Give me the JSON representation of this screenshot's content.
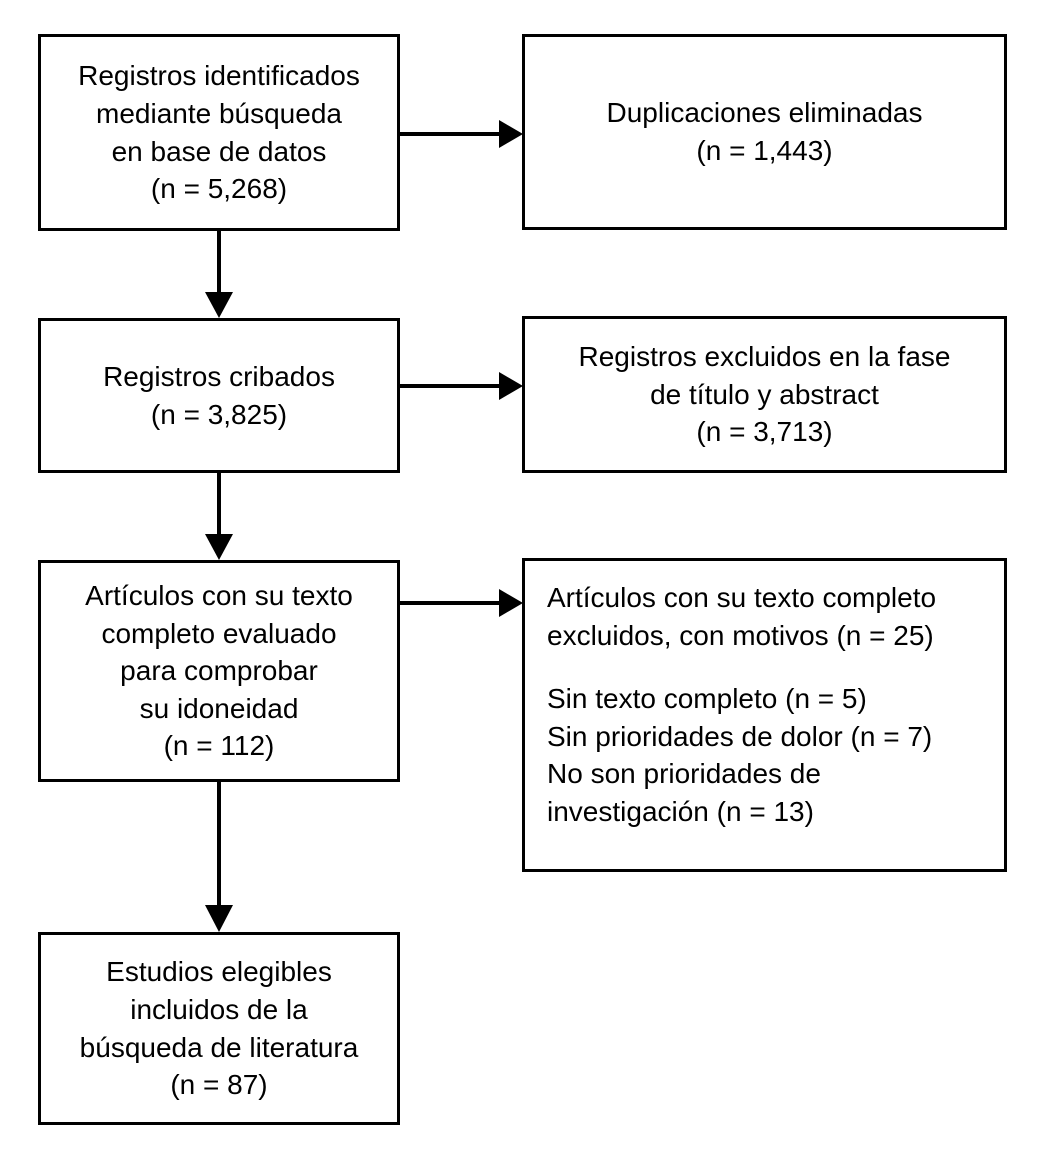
{
  "diagram": {
    "title": "PRISMA flow diagram",
    "language": "es",
    "stroke_color": "#000000",
    "background_color": "#ffffff",
    "nodes": [
      {
        "id": "identification",
        "name": "records-identified-box",
        "align": "center",
        "lines": [
          "Registros identificados",
          "mediante búsqueda",
          "en base de datos",
          "(n = 5,268)"
        ],
        "count_label": "(n = 5,268)",
        "count": 5268
      },
      {
        "id": "duplicates",
        "name": "duplicates-removed-box",
        "align": "center",
        "lines": [
          "Duplicaciones eliminadas",
          "(n = 1,443)"
        ],
        "count_label": "(n = 1,443)",
        "count": 1443
      },
      {
        "id": "screened",
        "name": "records-screened-box",
        "align": "center",
        "lines": [
          "Registros cribados",
          "(n = 3,825)"
        ],
        "count_label": "(n = 3,825)",
        "count": 3825
      },
      {
        "id": "screened_excluded",
        "name": "records-excluded-box",
        "align": "center",
        "lines": [
          "Registros excluidos en la fase",
          "de título y abstract",
          "(n = 3,713)"
        ],
        "count_label": "(n = 3,713)",
        "count": 3713
      },
      {
        "id": "eligibility",
        "name": "full-text-assessed-box",
        "align": "center",
        "lines": [
          "Artículos con su texto",
          "completo evaluado",
          "para comprobar",
          "su idoneidad",
          "(n = 112)"
        ],
        "count_label": "(n = 112)",
        "count": 112
      },
      {
        "id": "eligibility_excluded",
        "name": "full-text-excluded-box",
        "align": "left",
        "lines": [
          "Artículos con su texto completo excluidos, con motivos (n = 25)",
          "",
          "Sin texto completo (n = 5)",
          "Sin prioridades de dolor (n = 7)",
          "No son prioridades de investigación (n = 13)"
        ],
        "count_label": "(n = 25)",
        "count": 25,
        "reasons": [
          {
            "label": "Sin texto completo",
            "count_label": "(n = 5)",
            "count": 5
          },
          {
            "label": "Sin prioridades de dolor",
            "count_label": "(n = 7)",
            "count": 7
          },
          {
            "label": "No son prioridades de investigación",
            "count_label": "(n = 13)",
            "count": 13
          }
        ]
      },
      {
        "id": "included",
        "name": "studies-included-box",
        "align": "center",
        "lines": [
          "Estudios elegibles",
          "incluidos de la",
          "búsqueda de literatura",
          "(n = 87)"
        ],
        "count_label": "(n = 87)",
        "count": 87
      }
    ],
    "connectors": [
      {
        "id": "c1",
        "name": "arrow-identification-to-duplicates",
        "direction": "right"
      },
      {
        "id": "c2",
        "name": "arrow-identification-to-screened",
        "direction": "down"
      },
      {
        "id": "c3",
        "name": "arrow-screened-to-excluded",
        "direction": "right"
      },
      {
        "id": "c4",
        "name": "arrow-screened-to-eligibility",
        "direction": "down"
      },
      {
        "id": "c5",
        "name": "arrow-eligibility-to-excluded",
        "direction": "right"
      },
      {
        "id": "c6",
        "name": "arrow-eligibility-to-included",
        "direction": "down"
      }
    ]
  }
}
